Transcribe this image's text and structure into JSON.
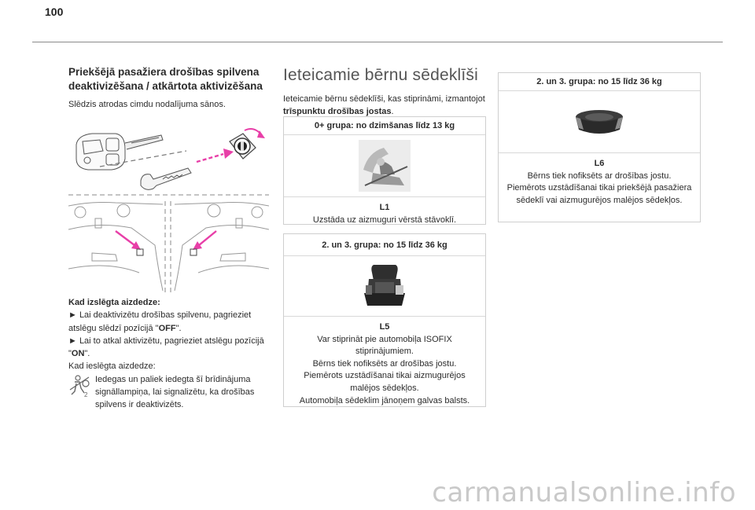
{
  "page": {
    "number": "100"
  },
  "column1": {
    "heading": "Priekšējā pasažiera drošības spilvena deaktivizēšana / atkārtota aktivizēšana",
    "intro": "Slēdzis atrodas cimdu nodalījuma sānos.",
    "ignition_off_heading": "Kad izslēgta aizdedze:",
    "step1_prefix": "► Lai deaktivizētu drošības spilvenu, pagrieziet atslēgu slēdzī pozīcijā \"",
    "step1_bold": "OFF",
    "step1_suffix": "\".",
    "step2_prefix": "► Lai to atkal aktivizētu, pagrieziet atslēgu pozīcijā \"",
    "step2_bold": "ON",
    "step2_suffix": "\".",
    "ignition_on_heading": "Kad ieslēgta aizdedze:",
    "warning_text": "Iedegas un paliek iedegta šī brīdinājuma signāllampiņa, lai signalizētu, ka drošības spilvens ir deaktivizēts.",
    "icons": [
      "car-key-icon",
      "airbag-switch-icon",
      "airbag-off-warning-icon"
    ]
  },
  "column2": {
    "title": "Ieteicamie bērnu sēdeklīši",
    "intro_prefix": "Ieteicamie bērnu sēdeklīši, kas stiprināmi, izmantojot ",
    "intro_bold": "trīspunktu drošības jostas",
    "intro_suffix": ".",
    "card1": {
      "header": "0+ grupa: no dzimšanas līdz 13 kg",
      "code": "L1",
      "lines": [
        "Uzstāda uz aizmuguri vērstā stāvoklī."
      ]
    },
    "card2": {
      "header": "2. un 3. grupa: no 15 līdz 36 kg",
      "code": "L5",
      "lines": [
        "Var stiprināt pie automobiļa ISOFIX stiprinājumiem.",
        "Bērns tiek nofiksēts ar drošības jostu.",
        "Piemērots uzstādīšanai tikai aizmugurējos malējos sēdekļos.",
        "Automobiļa sēdeklim jānoņem galvas balsts."
      ]
    }
  },
  "column3": {
    "card3": {
      "header": "2. un 3. grupa: no 15 līdz 36 kg",
      "code": "L6",
      "lines": [
        "Bērns tiek nofiksēts ar drošības jostu.",
        "Piemērots uzstādīšanai tikai priekšējā pasažiera sēdeklī vai aizmugurējos malējos sēdekļos."
      ]
    }
  },
  "watermark": "carmanualsonline.info",
  "colors": {
    "accent_magenta": "#e83fa8",
    "text": "#2b2b2b",
    "rule": "#8a8a8a"
  }
}
